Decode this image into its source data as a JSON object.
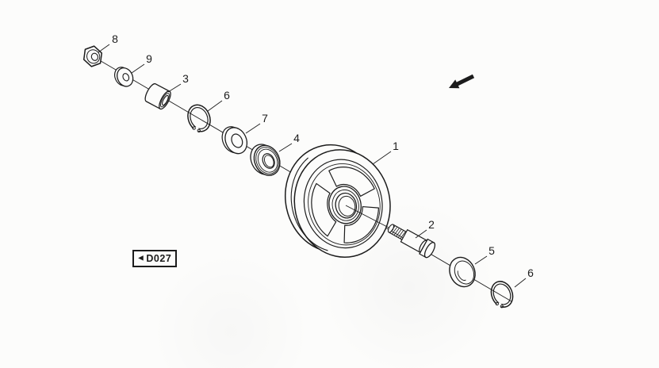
{
  "figure": {
    "reference_tag": {
      "pointer": "◄",
      "code": "D027"
    }
  },
  "callouts": [
    "8",
    "9",
    "3",
    "6",
    "7",
    "4",
    "1",
    "2",
    "5",
    "6"
  ],
  "icons": {
    "direction_arrow": "thick-southwest-arrow",
    "reference_pointer": "left-solid-triangle"
  },
  "colors": {
    "ink": "#1c1c1c",
    "paper": "#fcfcfb"
  }
}
